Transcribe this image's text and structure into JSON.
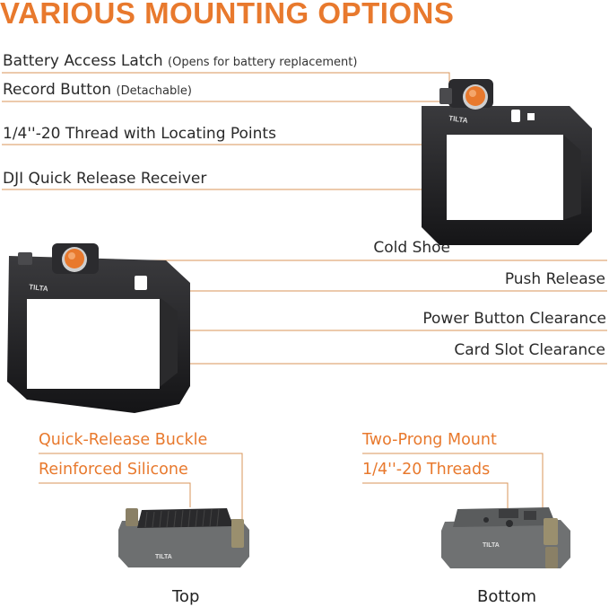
{
  "title": "VARIOUS MOUNTING OPTIONS",
  "top_labels": [
    {
      "text": "Battery Access Latch",
      "note": "(Opens for battery replacement)"
    },
    {
      "text": "Record Button",
      "note": "(Detachable)"
    },
    {
      "text": "1/4''-20 Thread with Locating Points",
      "note": ""
    },
    {
      "text": "DJI Quick Release Receiver",
      "note": ""
    }
  ],
  "right_labels": [
    {
      "text": "Cold Shoe"
    },
    {
      "text": "Push Release"
    },
    {
      "text": "Power Button Clearance"
    },
    {
      "text": "Card Slot Clearance"
    }
  ],
  "mount_left": {
    "labels": [
      "Quick-Release Buckle",
      "Reinforced Silicone"
    ],
    "caption": "Top",
    "brand": "TILTA"
  },
  "mount_right": {
    "labels": [
      "Two-Prong Mount",
      "1/4''-20 Threads"
    ],
    "caption": "Bottom",
    "brand": "TILTA"
  },
  "cage_brand": "TILTA",
  "colors": {
    "accent": "#e8792d",
    "cage": "#1f1f21",
    "line": "#d8955a",
    "mount": "#6d6f70"
  }
}
